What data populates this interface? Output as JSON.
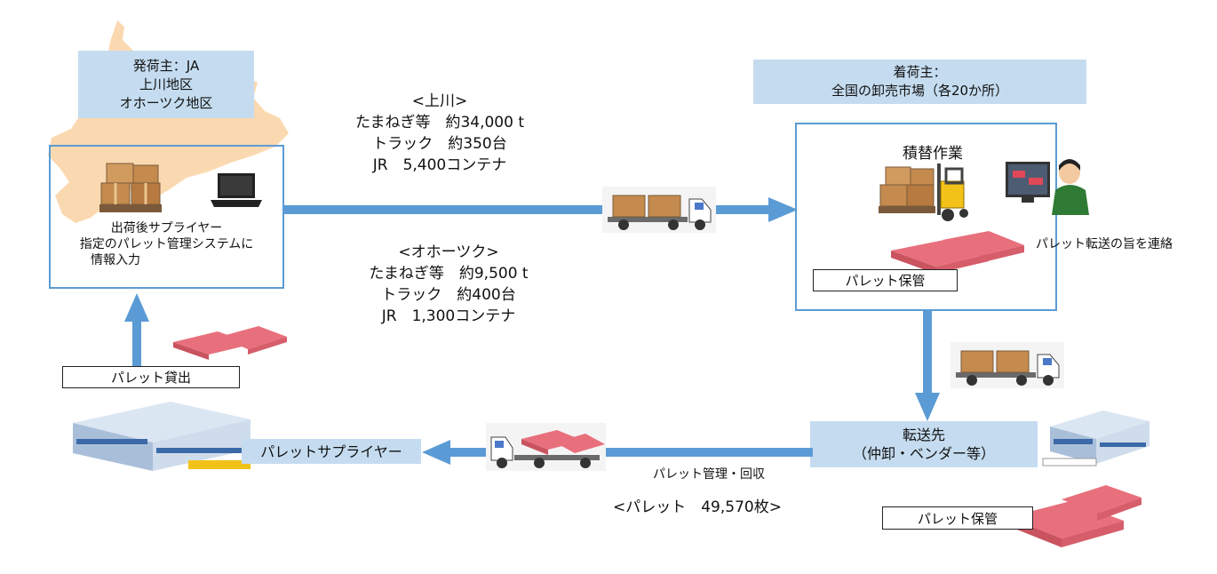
{
  "shipper": {
    "lines": [
      "発荷主：JA",
      "上川地区",
      "オホーツク地区"
    ]
  },
  "shipper_box": {
    "lines": [
      "出荷後サプライヤー",
      "指定のパレット管理システムに",
      "情報入力"
    ]
  },
  "route_kamikawa": {
    "lines": [
      "<上川>",
      "たまねぎ等　約34,000 t",
      "トラック　約350台",
      "JR　5,400コンテナ"
    ]
  },
  "route_okhotsk": {
    "lines": [
      "<オホーツク>",
      "たまねぎ等　約9,500 t",
      "トラック　約400台",
      "JR　1,300コンテナ"
    ]
  },
  "consignee": {
    "lines": [
      "着荷主：",
      "全国の卸売市場（各20か所）"
    ]
  },
  "consignee_box": {
    "title": "積替作業",
    "pallet_storage": "パレット保管"
  },
  "notify_text": "パレット転送の旨を連絡",
  "transfer": {
    "lines": [
      "転送先",
      "（仲卸・ベンダー等）"
    ]
  },
  "transfer_storage": "パレット保管",
  "pallet_supplier": "パレットサプライヤー",
  "pallet_lending": "パレット貸出",
  "pallet_management": "パレット管理・回収",
  "pallet_count": "<パレット　49,570枚>",
  "colors": {
    "arrow": "#5b9bd5",
    "label_bg": "#c5dcf0",
    "hokkaido": "#fbd9b0",
    "pallet": "#e8707c",
    "box": "#c48a4e"
  }
}
